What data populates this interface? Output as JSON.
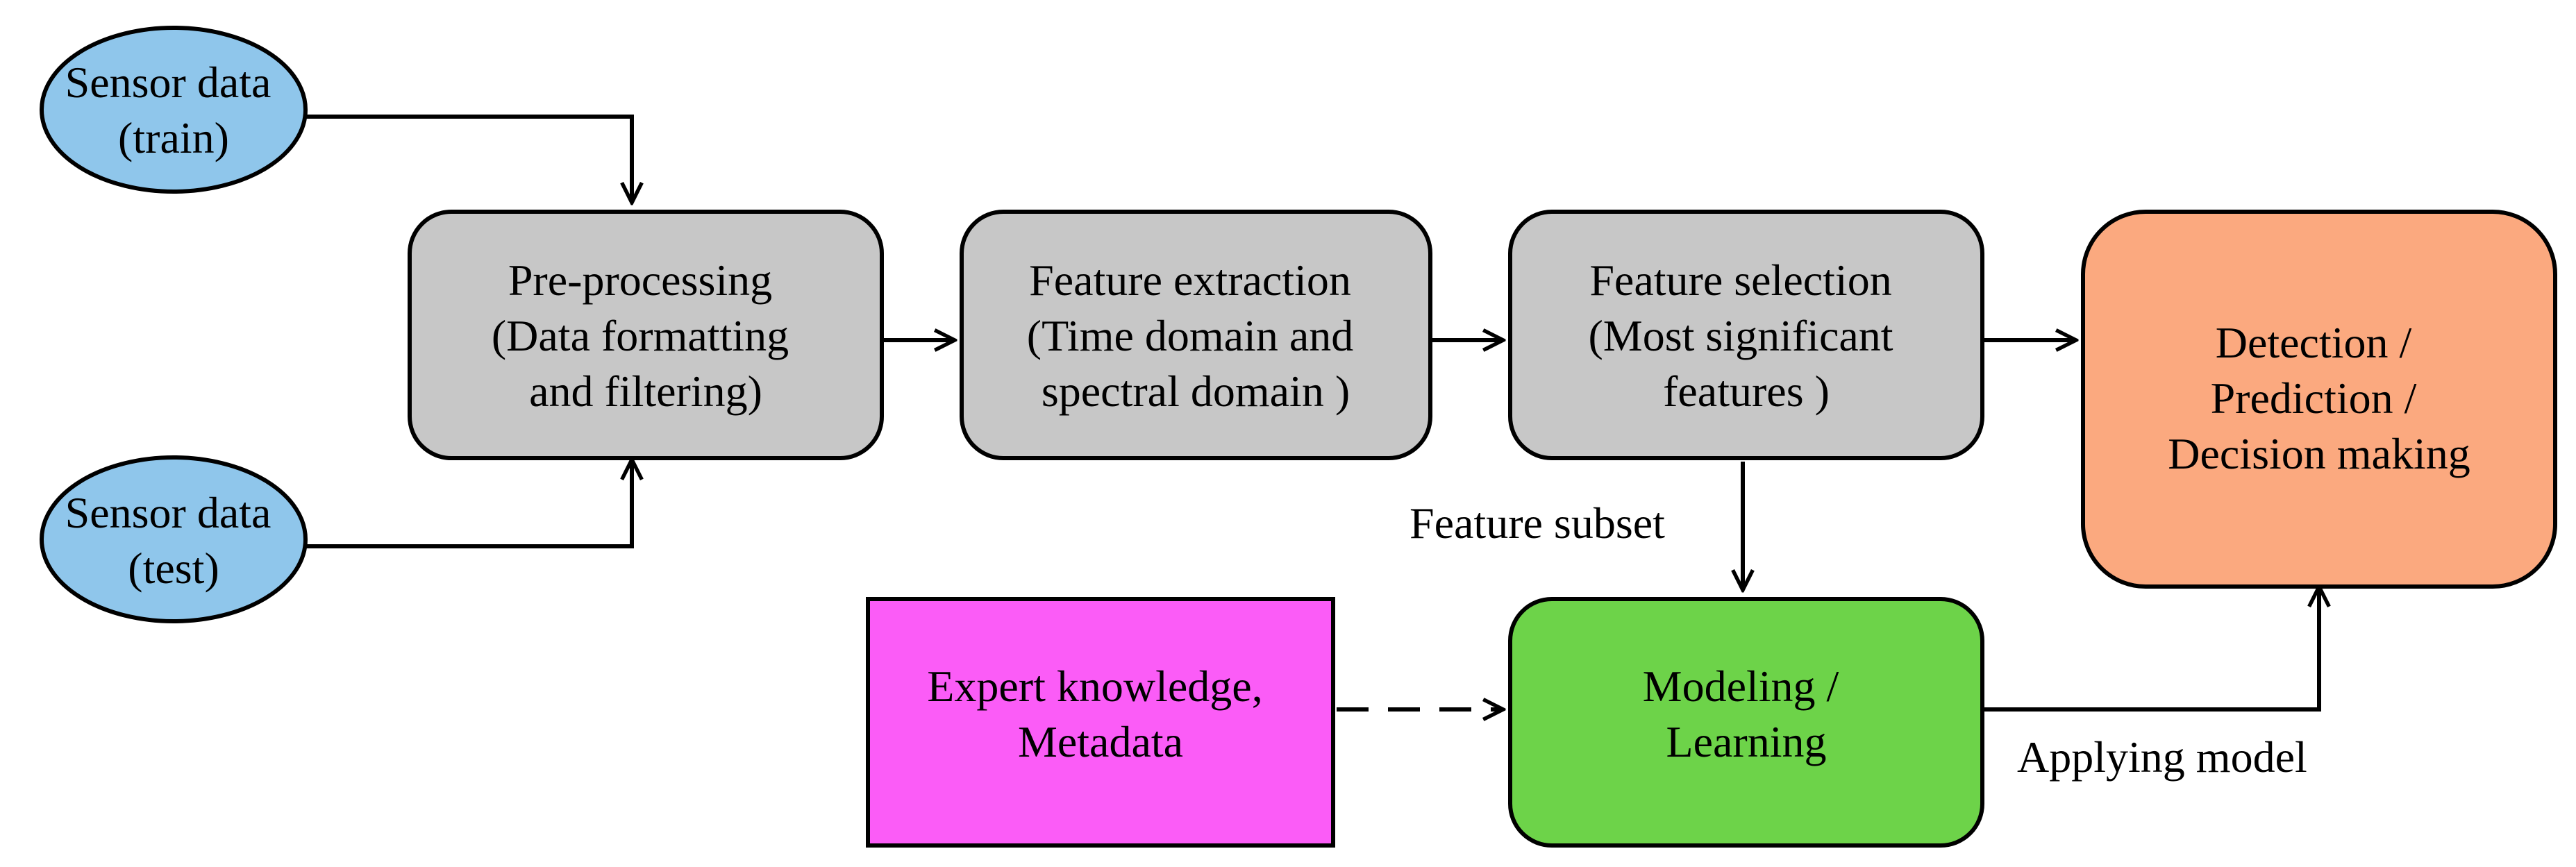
{
  "colors": {
    "sensor_fill": "#8fc6eb",
    "process_fill": "#c7c7c7",
    "output_fill": "#fba97f",
    "expert_fill": "#fb5cf7",
    "model_fill": "#6dd349",
    "stroke": "#000000"
  },
  "nodes": {
    "sensor_train": {
      "line1": "Sensor data",
      "line2": "(train)"
    },
    "sensor_test": {
      "line1": "Sensor data",
      "line2": "(test)"
    },
    "preprocessing": {
      "line1": "Pre-processing",
      "line2": "(Data formatting",
      "line3": "and filtering)"
    },
    "feature_extraction": {
      "line1": "Feature extraction",
      "line2": "(Time domain and",
      "line3": "spectral domain )"
    },
    "feature_selection": {
      "line1": "Feature selection",
      "line2": "(Most significant",
      "line3": "features )"
    },
    "detection": {
      "line1": "Detection /",
      "line2": "Prediction /",
      "line3": "Decision making"
    },
    "expert": {
      "line1": "Expert knowledge,",
      "line2": "Metadata"
    },
    "modeling": {
      "line1": "Modeling /",
      "line2": "Learning"
    }
  },
  "edges": {
    "feature_subset": "Feature subset",
    "applying_model": "Applying model"
  }
}
